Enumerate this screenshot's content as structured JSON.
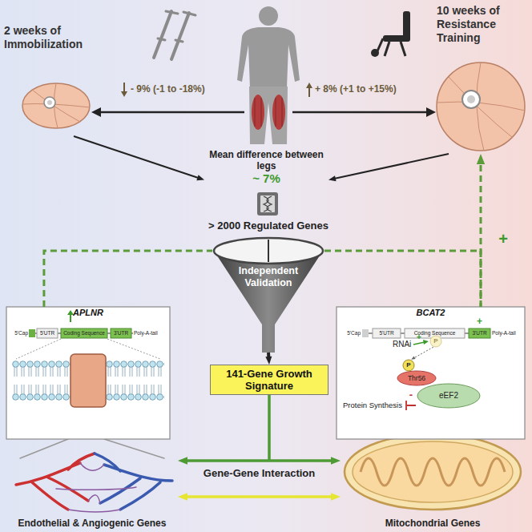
{
  "diagram": {
    "nodes": [
      {
        "text": [
          "2 weeks of Immobilization"
        ]
      },
      {
        "text": [
          "10 weeks of Resistance Training"
        ]
      },
      {
        "text": [
          "Mean difference between legs",
          "~ 7%"
        ]
      },
      {
        "text": [
          "> 2000 Regulated Genes"
        ]
      },
      {
        "text": [
          "Independent Validation"
        ]
      },
      {
        "text": [
          "141-Gene Growth Signature"
        ]
      },
      {
        "text": [
          "APLNR"
        ]
      },
      {
        "text": [
          "BCAT2"
        ]
      },
      {
        "text": [
          "P"
        ],
        "in": 7
      },
      {
        "text": [
          "P"
        ],
        "in": 7
      },
      {
        "text": [
          "Thr56"
        ],
        "in": 7
      },
      {
        "text": [
          "eEF2"
        ],
        "in": 7
      },
      {
        "text": [
          "Endothelial & Angiogenic Genes"
        ]
      },
      {
        "text": [
          "Mitochondrial Genes"
        ]
      }
    ],
    "edges": [
      {
        "from": 0,
        "to": 2,
        "arrow": "to"
      },
      {
        "from": 1,
        "to": 2,
        "arrow": "to"
      },
      {
        "from": 4,
        "to": 5,
        "arrow": "to"
      },
      {
        "from": 6,
        "to": 4,
        "arrow": "none"
      },
      {
        "from": 4,
        "to": 7,
        "arrow": "none"
      },
      {
        "from": 7,
        "to": 1,
        "arrow": "to",
        "label": "+"
      },
      {
        "from": 8,
        "to": 9,
        "arrow": "to"
      },
      {
        "from": 12,
        "to": 13,
        "arrow": "both",
        "label": "Gene-Gene Interaction"
      },
      {
        "from": 12,
        "to": 13,
        "arrow": "both"
      }
    ],
    "labels": [
      "- 9% (-1 to -18%)",
      "+ 8% (+1 to +15%)",
      "5'Cap",
      "5'UTR",
      "Coding Sequence",
      "3'UTR",
      "Poly-A-tail",
      "5'Cap",
      "5'UTR",
      "Coding Sequence",
      "3'UTR",
      "Poly-A-tail",
      "+",
      "RNAi",
      "+",
      "Protein Synthesis",
      "-"
    ]
  }
}
